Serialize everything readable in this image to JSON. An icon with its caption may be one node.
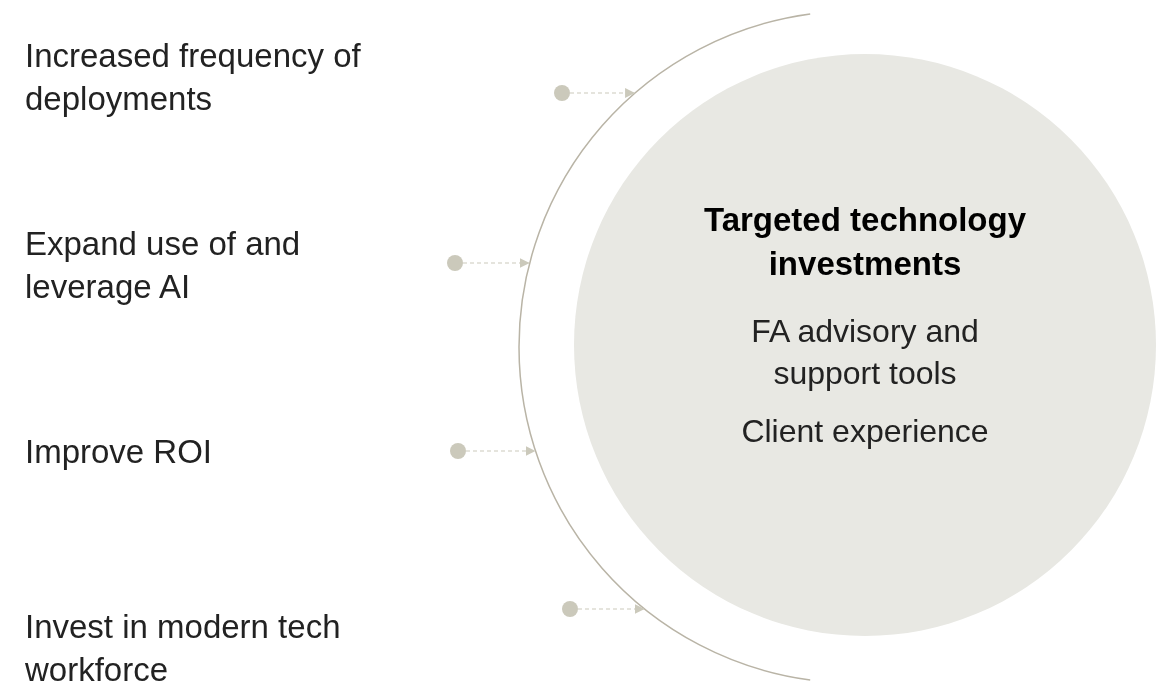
{
  "diagram": {
    "nodes": [
      {
        "text": [
          "Increased frequency of deployments"
        ]
      },
      {
        "text": [
          "Expand use of and leverage AI"
        ]
      },
      {
        "text": [
          "Improve ROI"
        ]
      },
      {
        "text": [
          "Invest in modern tech workforce"
        ]
      },
      {
        "text": [
          "Targeted technology investments",
          "FA advisory and support tools",
          "Client experience"
        ]
      },
      {
        "text": [],
        "shape": "arc"
      }
    ],
    "edges": [
      {
        "from": null,
        "to": 5,
        "arrow": "to",
        "style": "dashed"
      },
      {
        "from": null,
        "to": 5,
        "arrow": "to",
        "style": "dashed"
      },
      {
        "from": null,
        "to": 5,
        "arrow": "to",
        "style": "dashed"
      },
      {
        "from": null,
        "to": 5,
        "arrow": "to",
        "style": "dashed"
      }
    ]
  }
}
